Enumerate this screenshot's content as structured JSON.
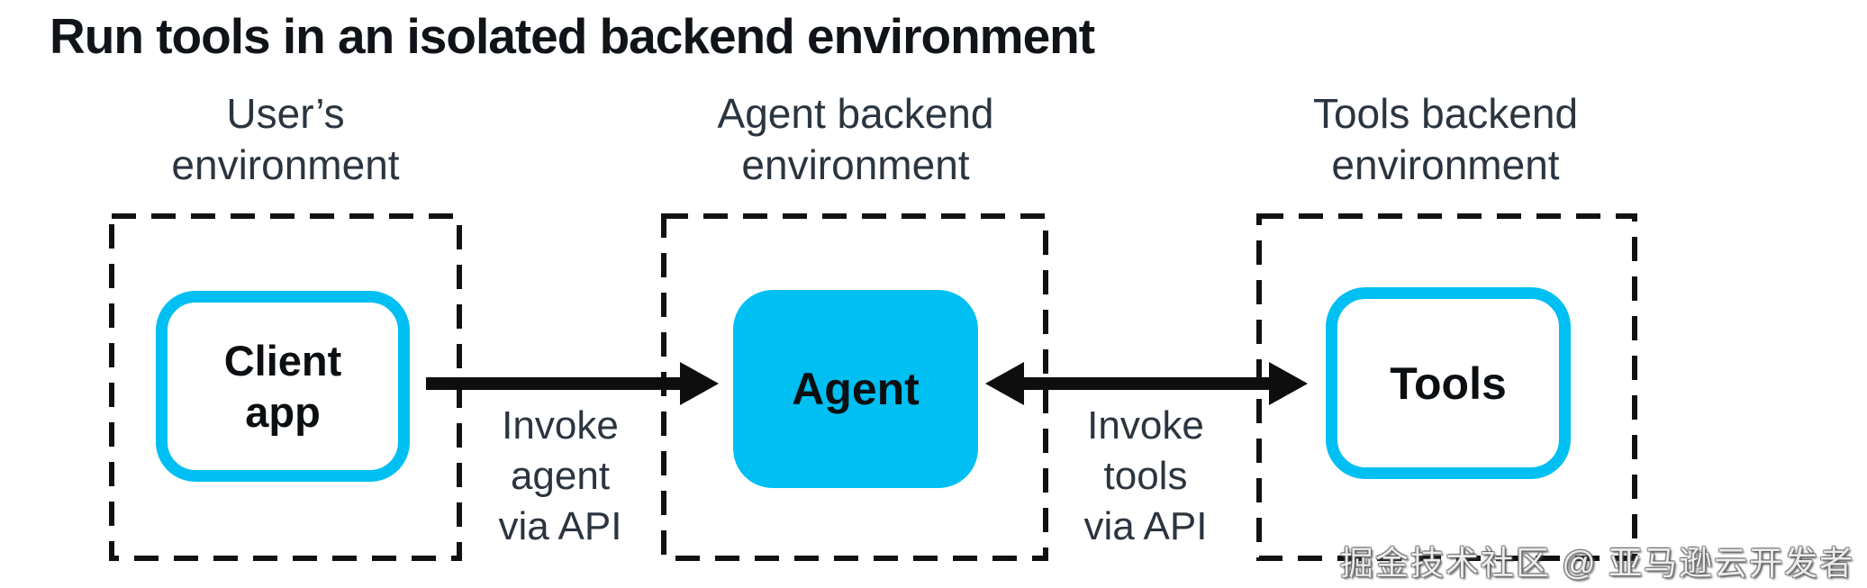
{
  "diagram": {
    "title": "Run tools in an isolated backend environment",
    "environments": [
      {
        "name": "users-environment",
        "lines": [
          "User’s",
          "environment"
        ]
      },
      {
        "name": "agent-backend-environment",
        "lines": [
          "Agent backend",
          "environment"
        ]
      },
      {
        "name": "tools-backend-environment",
        "lines": [
          "Tools backend",
          "environment"
        ]
      }
    ],
    "nodes": [
      {
        "name": "client-app",
        "style": "outlined",
        "lines": [
          "Client",
          "app"
        ]
      },
      {
        "name": "agent",
        "style": "filled",
        "lines": [
          "Agent"
        ]
      },
      {
        "name": "tools",
        "style": "outlined",
        "lines": [
          "Tools"
        ]
      }
    ],
    "arrows": [
      {
        "name": "invoke-agent",
        "direction": "right",
        "from": "client-app",
        "to": "agent",
        "lines": [
          "Invoke",
          "agent",
          "via API"
        ]
      },
      {
        "name": "invoke-tools",
        "direction": "both",
        "from": "agent",
        "to": "tools",
        "lines": [
          "Invoke",
          "tools",
          "via API"
        ]
      }
    ],
    "watermark": "掘金技术社区 @ 亚马逊云开发者",
    "colors": {
      "accent_cyan": "#00bff2",
      "line_black": "#111111",
      "label_dark": "#2b3540",
      "title_dark": "#101418",
      "background": "#ffffff"
    }
  }
}
